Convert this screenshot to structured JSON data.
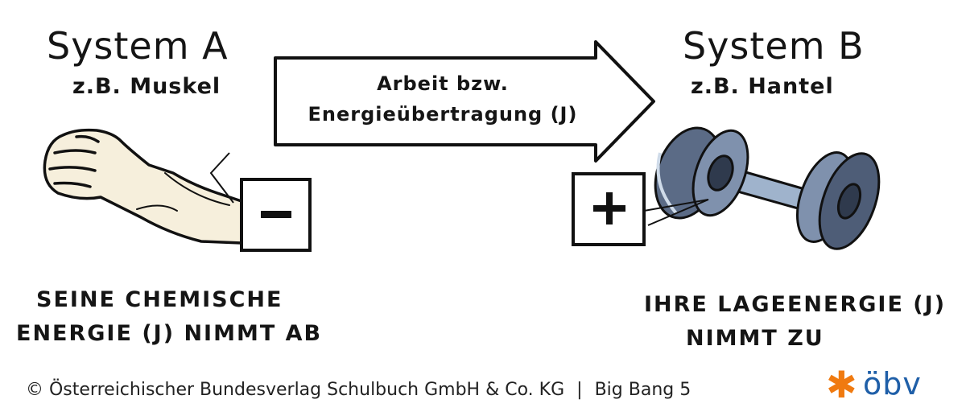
{
  "system_a": {
    "title": "System A",
    "example": "z.B. Muskel",
    "caption_line1": "SEINE CHEMISCHE",
    "caption_line2": "ENERGIE (J) NIMMT AB",
    "sign": "−"
  },
  "system_b": {
    "title": "System B",
    "example": "z.B. Hantel",
    "caption_line1": "IHRE LAGEENERGIE (J)",
    "caption_line2": "NIMMT ZU",
    "sign": "+"
  },
  "arrow": {
    "line1": "Arbeit bzw.",
    "line2": "Energieübertragung (J)"
  },
  "footer": {
    "copyright": "© Österreichischer Bundesverlag Schulbuch GmbH & Co. KG",
    "separator": "|",
    "book": "Big Bang 5"
  },
  "logo": {
    "text": "öbv",
    "star_color": "#f07a10",
    "text_color": "#1f5fa8"
  },
  "icons": [
    "arm-flex-icon",
    "dumbbell-icon",
    "arrow-right-icon",
    "minus-box-icon",
    "plus-box-icon"
  ]
}
